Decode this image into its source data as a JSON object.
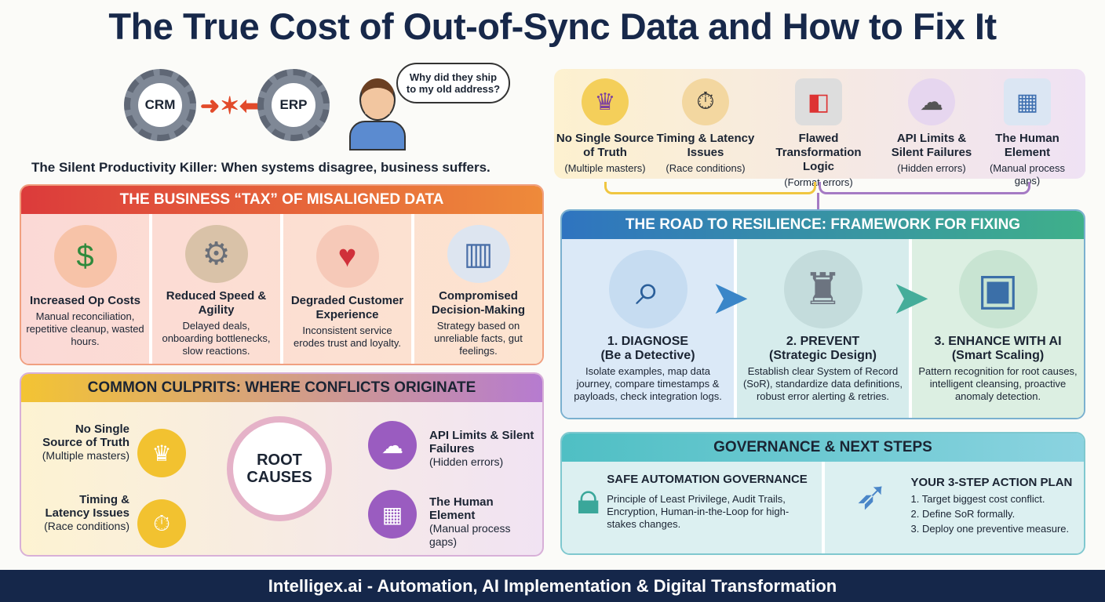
{
  "title": "The True Cost of Out-of-Sync Data and How to Fix It",
  "hero": {
    "gear1": "CRM",
    "gear2": "ERP",
    "bubble": "Why did they ship to my old address?",
    "subtitle": "The Silent Productivity Killer: When systems disagree, business suffers."
  },
  "tax": {
    "header": "THE BUSINESS “TAX” OF MISALIGNED DATA",
    "items": [
      {
        "title": "Increased Op Costs",
        "text": "Manual reconciliation, repetitive cleanup, wasted hours.",
        "icon": "burning-money-icon"
      },
      {
        "title": "Reduced Speed & Agility",
        "text": "Delayed deals, onboarding bottlenecks, slow reactions.",
        "icon": "stuck-gears-icon"
      },
      {
        "title": "Degraded Customer Experience",
        "text": "Inconsistent service erodes trust and loyalty.",
        "icon": "broken-heart-icon"
      },
      {
        "title": "Compromised Decision-Making",
        "text": "Strategy based on unreliable facts, gut feelings.",
        "icon": "blindfold-icon"
      }
    ]
  },
  "culprits": {
    "header": "COMMON CULPRITS: WHERE CONFLICTS ORIGINATE",
    "center": "ROOT CAUSES",
    "items": [
      {
        "title": "No Single Source of Truth",
        "sub": "(Multiple masters)"
      },
      {
        "title": "Timing & Latency Issues",
        "sub": "(Race conditions)"
      },
      {
        "title": "API Limits & Silent Failures",
        "sub": "(Hidden errors)"
      },
      {
        "title": "The Human Element",
        "sub": "(Manual process gaps)"
      }
    ]
  },
  "strip": [
    {
      "title": "No Single Source of Truth",
      "sub": "(Multiple masters)"
    },
    {
      "title": "Timing & Latency Issues",
      "sub": "(Race conditions)"
    },
    {
      "title": "Flawed Transformation Logic",
      "sub": "(Format errors)"
    },
    {
      "title": "API Limits & Silent Failures",
      "sub": "(Hidden errors)"
    },
    {
      "title": "The Human Element",
      "sub": "(Manual process gaps)"
    }
  ],
  "road": {
    "header": "THE ROAD TO RESILIENCE: FRAMEWORK FOR FIXING",
    "steps": [
      {
        "title": "1. DIAGNOSE",
        "sub": "(Be a Detective)",
        "text": "Isolate examples, map data journey, compare timestamps & payloads, check integration logs."
      },
      {
        "title": "2. PREVENT",
        "sub": "(Strategic Design)",
        "text": "Establish clear System of Record (SoR), standardize data definitions, robust error alerting & retries."
      },
      {
        "title": "3. ENHANCE WITH AI",
        "sub": "(Smart Scaling)",
        "text": "Pattern recognition for root causes, intelligent cleansing, proactive anomaly detection."
      }
    ]
  },
  "gov": {
    "header": "GOVERNANCE & NEXT STEPS",
    "safe_title": "SAFE AUTOMATION GOVERNANCE",
    "safe_text": "Principle of Least Privilege, Audit Trails, Encryption, Human-in-the-Loop for high-stakes changes.",
    "plan_title": "YOUR 3-STEP ACTION PLAN",
    "plan": [
      "1. Target biggest cost conflict.",
      "2. Define SoR formally.",
      "3. Deploy one preventive measure."
    ]
  },
  "footer": "Intelligex.ai - Automation, AI Implementation & Digital Transformation"
}
